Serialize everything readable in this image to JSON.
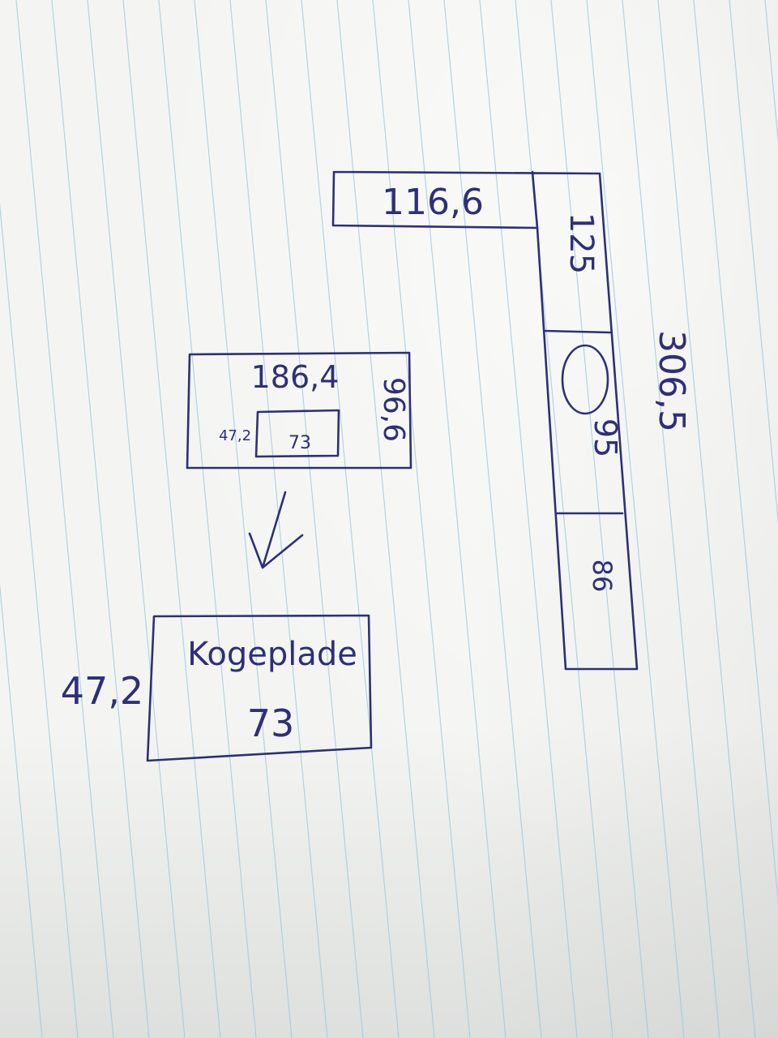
{
  "colors": {
    "paper": "#f4f5f2",
    "rule_line": "#9ec6dc",
    "ink": "#2e2f78"
  },
  "sketch": {
    "top_counter": {
      "length": "116,6"
    },
    "right_counter": {
      "segment_top": "125",
      "segment_sink": "95",
      "segment_bottom": "86",
      "total": "306,5",
      "sink_icon": "sink-oval-icon"
    },
    "island": {
      "length": "186,4",
      "depth": "96,6",
      "hob_depth": "47,2",
      "hob_width": "73"
    },
    "arrow_icon": "arrow-down-left-icon",
    "hob_detail": {
      "label": "Kogeplade",
      "width": "73",
      "depth": "47,2"
    }
  }
}
